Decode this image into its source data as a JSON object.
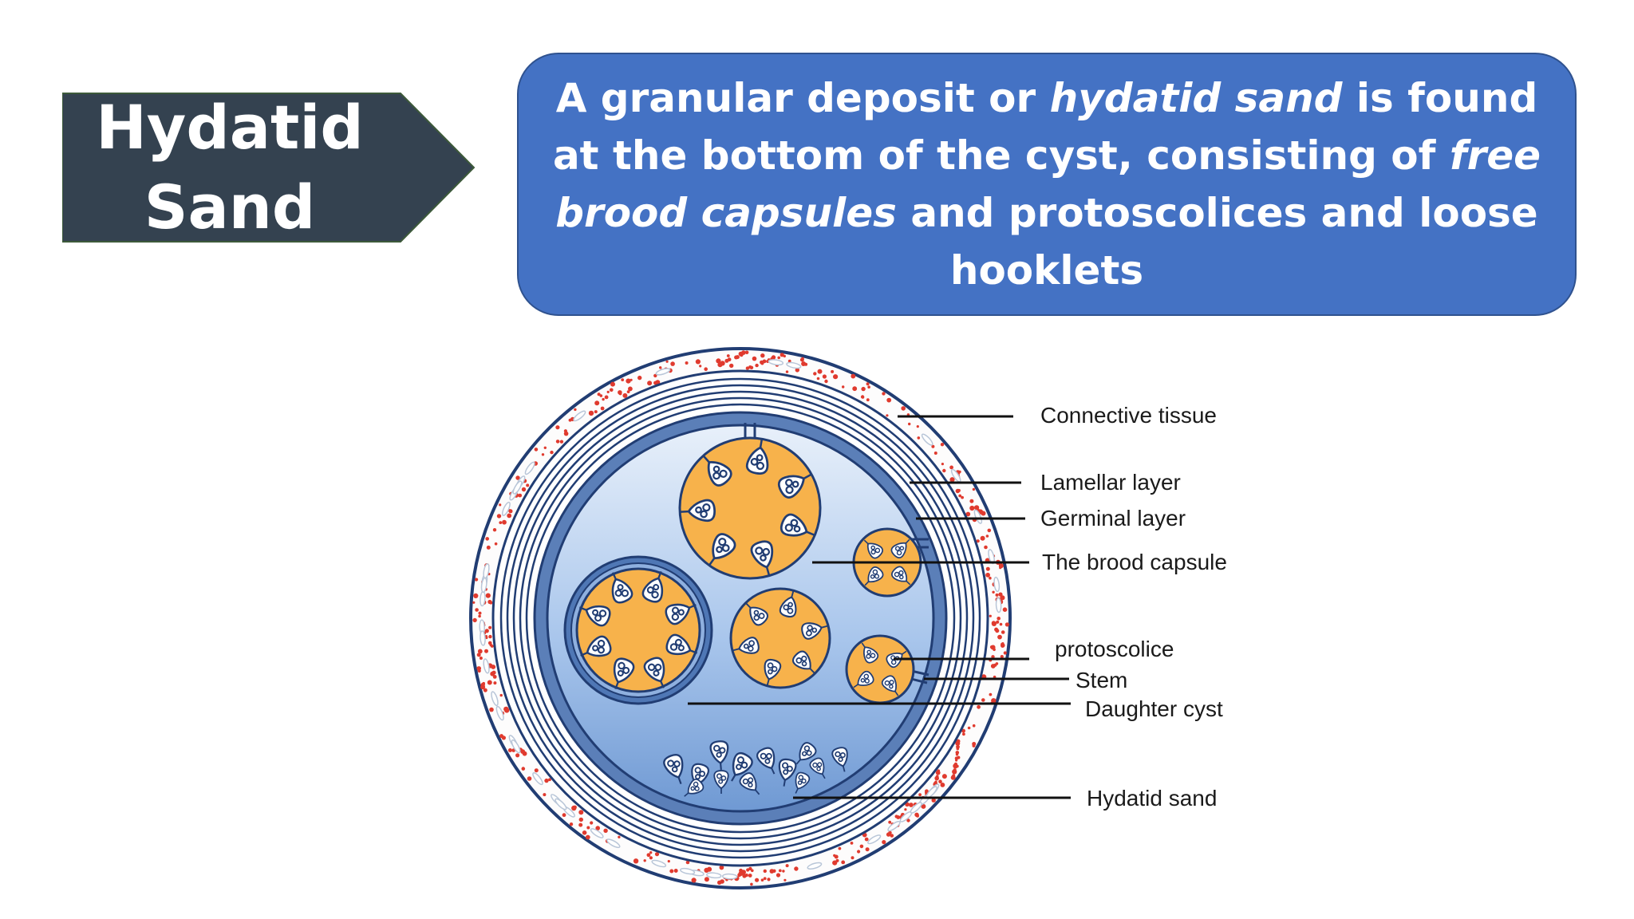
{
  "title": {
    "line1": "Hydatid",
    "line2": "Sand"
  },
  "description": {
    "part1": "A granular deposit or ",
    "part2_italic": "hydatid sand",
    "part3": " is found at the bottom of the cyst, consisting of ",
    "part4_italic": "free brood capsules",
    "part5": " and protoscolices and loose hooklets"
  },
  "labels": {
    "connective_tissue": "Connective tissue",
    "lamellar_layer": "Lamellar layer",
    "germinal_layer": "Germinal layer",
    "brood_capsule": "The brood capsule",
    "protoscolice": "protoscolice",
    "stem": "Stem",
    "daughter_cyst": "Daughter cyst",
    "hydatid_sand": "Hydatid sand"
  },
  "colors": {
    "title_bg": "#344250",
    "box_bg": "#4472c4",
    "capsule": "#f7b24b",
    "outline": "#213d73",
    "dots": "#e03a2e"
  }
}
